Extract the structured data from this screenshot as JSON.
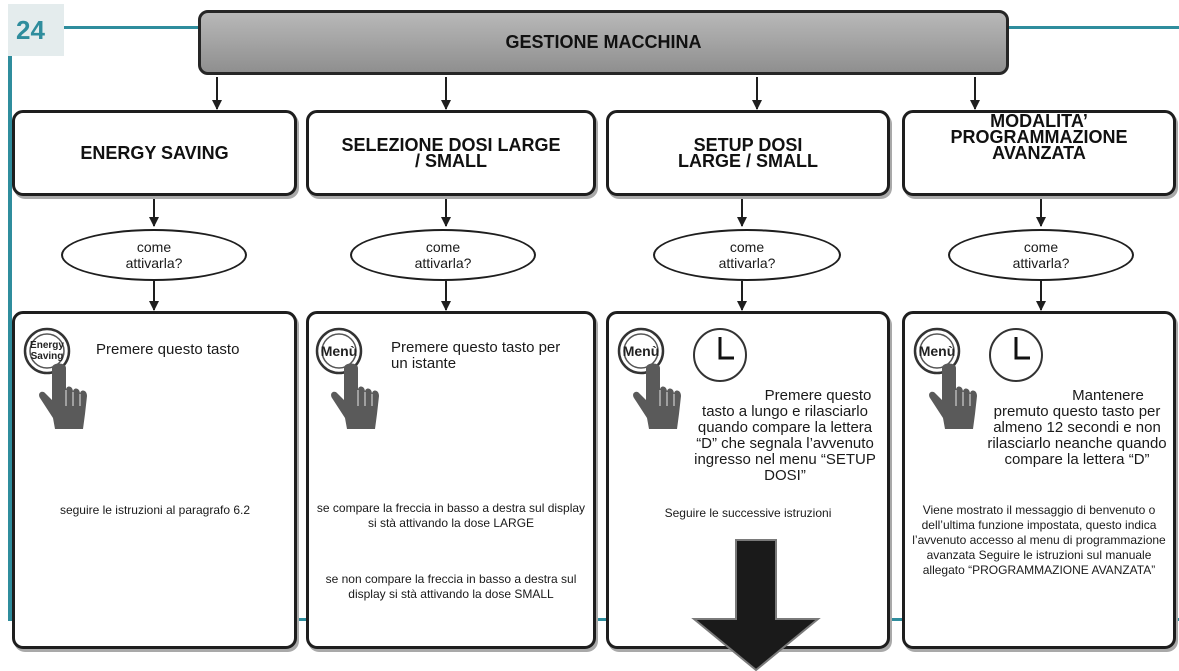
{
  "page_number": "24",
  "header": {
    "title": "GESTIONE MACCHINA"
  },
  "common": {
    "question": "come attivarla?",
    "menu_button": "Menù",
    "energy_button": "Energy Saving"
  },
  "columns": [
    {
      "title": "ENERGY SAVING",
      "instruction": "Premere questo tasto",
      "result": [
        "seguire le istruzioni al paragrafo 6.2"
      ]
    },
    {
      "title": "SELEZIONE DOSI LARGE / SMALL",
      "instruction": "Premere questo tasto per un istante",
      "result": [
        "se compare la freccia in basso a destra sul display si stà attivando la dose LARGE",
        "se non compare la freccia in basso a destra sul display si stà attivando la dose SMALL"
      ]
    },
    {
      "title": "SETUP DOSI LARGE / SMALL",
      "instruction": "Premere questo tasto a lungo e rilasciarlo quando compare la lettera “D” che segnala l’avvenuto ingresso nel menu “SETUP DOSI”",
      "result": [
        "Seguire le successive istruzioni"
      ]
    },
    {
      "title": "MODALITA’ PROGRAMMAZIONE AVANZATA",
      "instruction": "Mantenere premuto questo tasto per almeno 12 secondi e non rilasciarlo neanche quando compare la lettera “D”",
      "result": [
        "Viene mostrato il messaggio di benvenuto o dell’ultima funzione impostata, questo indica l’avvenuto accesso al menu di programmazione avanzata Seguire le istruzioni sul manuale allegato “PROGRAMMAZIONE AVANZATA”"
      ]
    }
  ]
}
